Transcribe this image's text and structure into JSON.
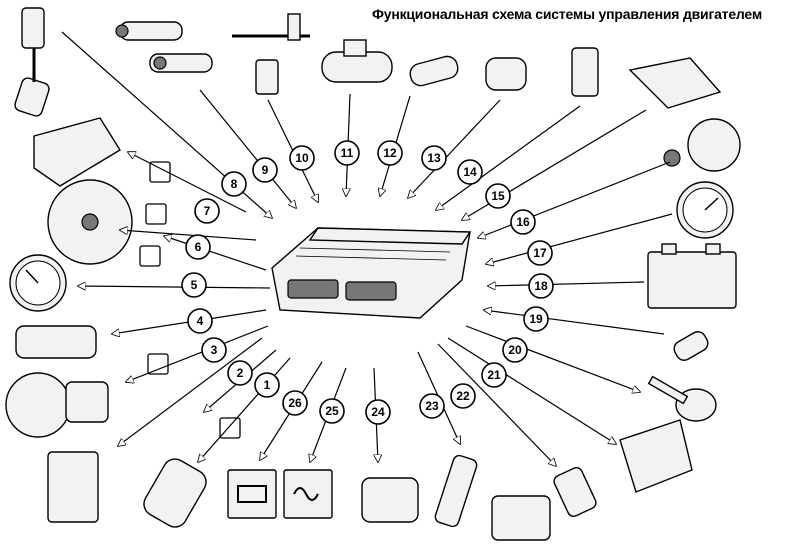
{
  "title": "Функциональная схема системы управления двигателем",
  "callouts": [
    "1",
    "2",
    "3",
    "4",
    "5",
    "6",
    "7",
    "8",
    "9",
    "10",
    "11",
    "12",
    "13",
    "14",
    "15",
    "16",
    "17",
    "18",
    "19",
    "20",
    "21",
    "22",
    "23",
    "24",
    "25",
    "26"
  ]
}
